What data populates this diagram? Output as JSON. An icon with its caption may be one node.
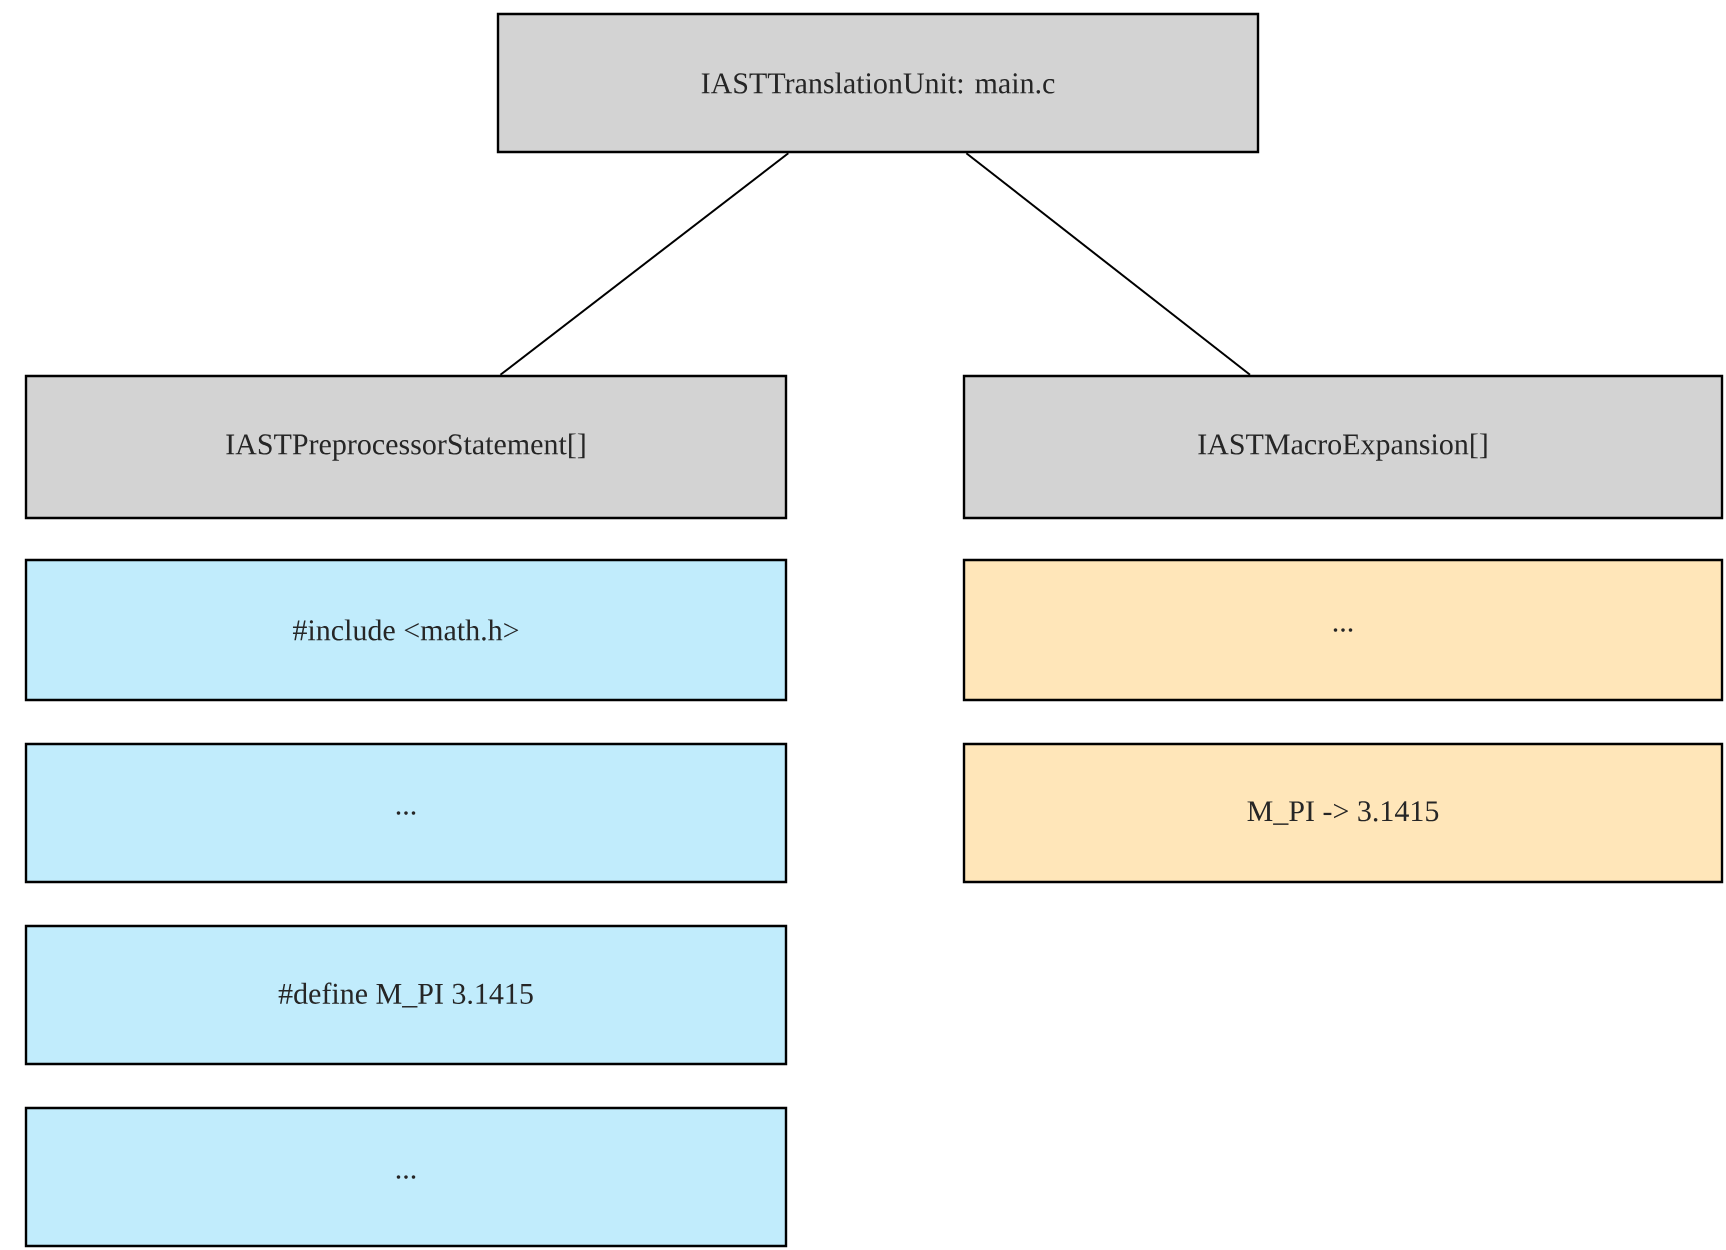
{
  "diagram": {
    "nodes": [
      {
        "text": [
          "IASTTranslationUnit: main.c"
        ]
      },
      {
        "text": [
          "IASTPreprocessorStatement[]"
        ]
      },
      {
        "text": [
          "#include <math.h>"
        ]
      },
      {
        "text": [
          "..."
        ]
      },
      {
        "text": [
          "#define M_PI 3.1415"
        ]
      },
      {
        "text": [
          "..."
        ]
      },
      {
        "text": [
          "IASTMacroExpansion[]"
        ]
      },
      {
        "text": [
          "..."
        ]
      },
      {
        "text": [
          "M_PI -> 3.1415"
        ]
      }
    ],
    "edges": [
      {
        "from": 0,
        "to": 1,
        "arrow": "none"
      },
      {
        "from": 0,
        "to": 6,
        "arrow": "none"
      }
    ]
  }
}
